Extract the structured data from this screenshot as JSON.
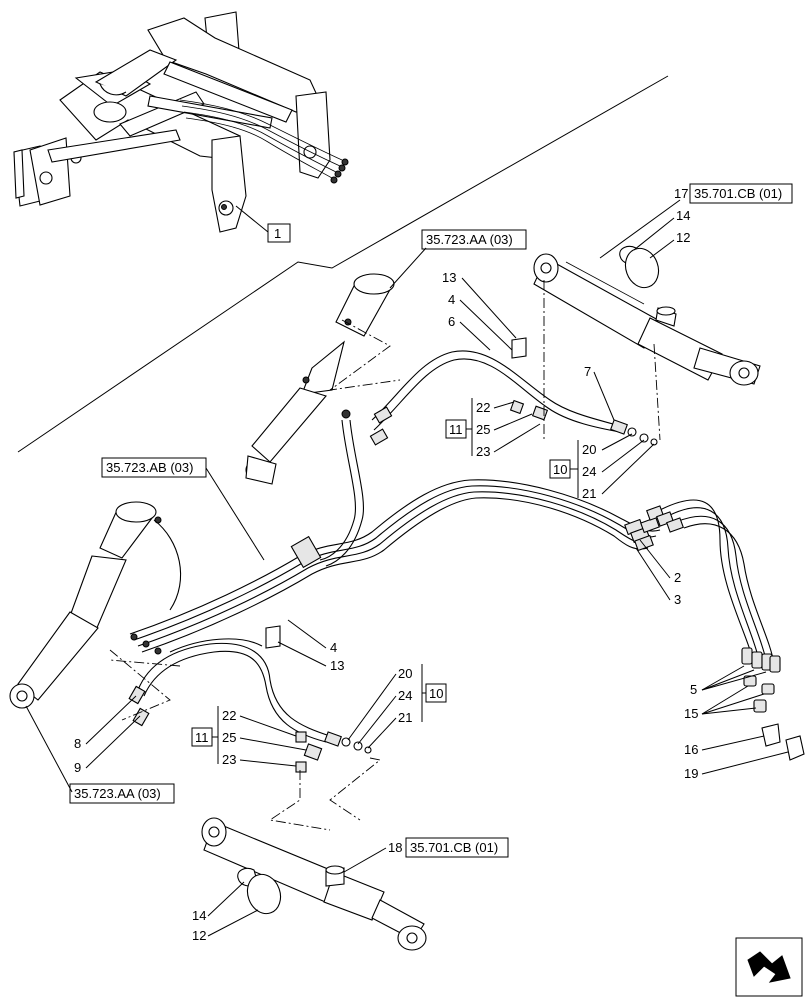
{
  "callouts": {
    "c1": "1",
    "c2": "2",
    "c3": "3",
    "c4a": "4",
    "c4b": "4",
    "c5": "5",
    "c6": "6",
    "c7": "7",
    "c8": "8",
    "c9": "9",
    "c10a": "10",
    "c10b": "10",
    "c11a": "11",
    "c11b": "11",
    "c12a": "12",
    "c12b": "12",
    "c13a": "13",
    "c13b": "13",
    "c14a": "14",
    "c14b": "14",
    "c15": "15",
    "c16": "16",
    "c17": "17",
    "c18": "18",
    "c19": "19",
    "c20a": "20",
    "c20b": "20",
    "c21a": "21",
    "c21b": "21",
    "c22a": "22",
    "c22b": "22",
    "c23a": "23",
    "c23b": "23",
    "c24a": "24",
    "c24b": "24",
    "c25a": "25",
    "c25b": "25"
  },
  "references": {
    "ref_17": "35.701.CB (01)",
    "ref_18": "35.701.CB (01)",
    "ref_aa_top": "35.723.AA (03)",
    "ref_aa_bottom": "35.723.AA (03)",
    "ref_ab": "35.723.AB (03)"
  },
  "icons": {
    "navigation": "next-page-arrow-icon"
  }
}
